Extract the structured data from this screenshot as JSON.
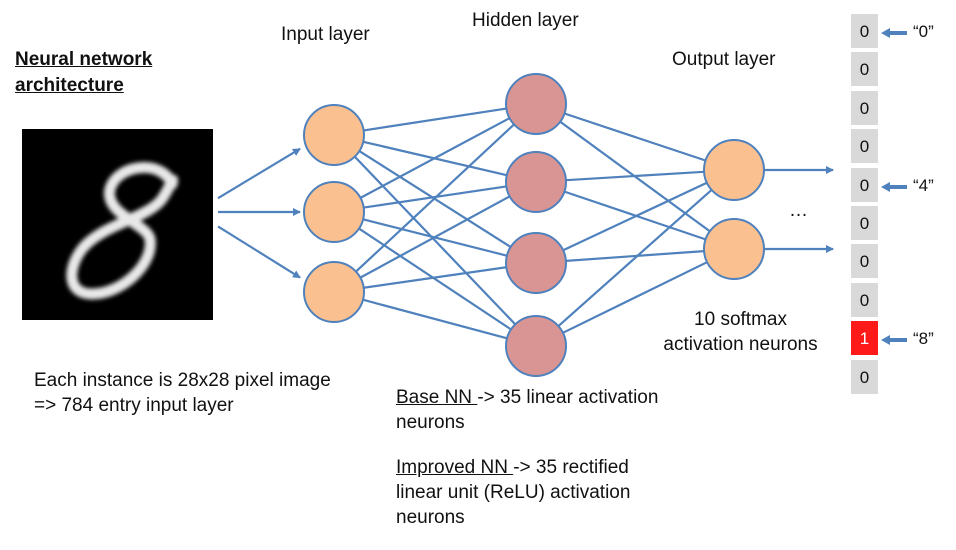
{
  "title": {
    "line1": "Neural network",
    "line2": "architecture"
  },
  "layers": {
    "input": "Input layer",
    "hidden": "Hidden layer",
    "output": "Output layer"
  },
  "ellipsis": "…",
  "softmax": {
    "line1": "10 softmax",
    "line2": "activation neurons"
  },
  "instance_note": {
    "line1": "Each instance is 28x28 pixel image",
    "line2": "=> 784 entry input layer"
  },
  "base_nn": {
    "label": "Base NN ",
    "rest": "-> 35 linear activation",
    "line2": "neurons"
  },
  "improved_nn": {
    "label": "Improved NN ",
    "rest": "-> 35  rectified",
    "line2": "linear unit (ReLU) activation",
    "line3": "neurons"
  },
  "output_vector": [
    "0",
    "0",
    "0",
    "0",
    "0",
    "0",
    "0",
    "0",
    "1",
    "0"
  ],
  "pointers": {
    "p0": "“0”",
    "p4": "“4”",
    "p8": "“8”"
  },
  "colors": {
    "input_node": "#fac090",
    "hidden_node": "#d99594",
    "output_node": "#fac090",
    "edge": "#4f81bd",
    "cell": "#d9d9d9",
    "cell_hot": "#ff1a1a"
  }
}
